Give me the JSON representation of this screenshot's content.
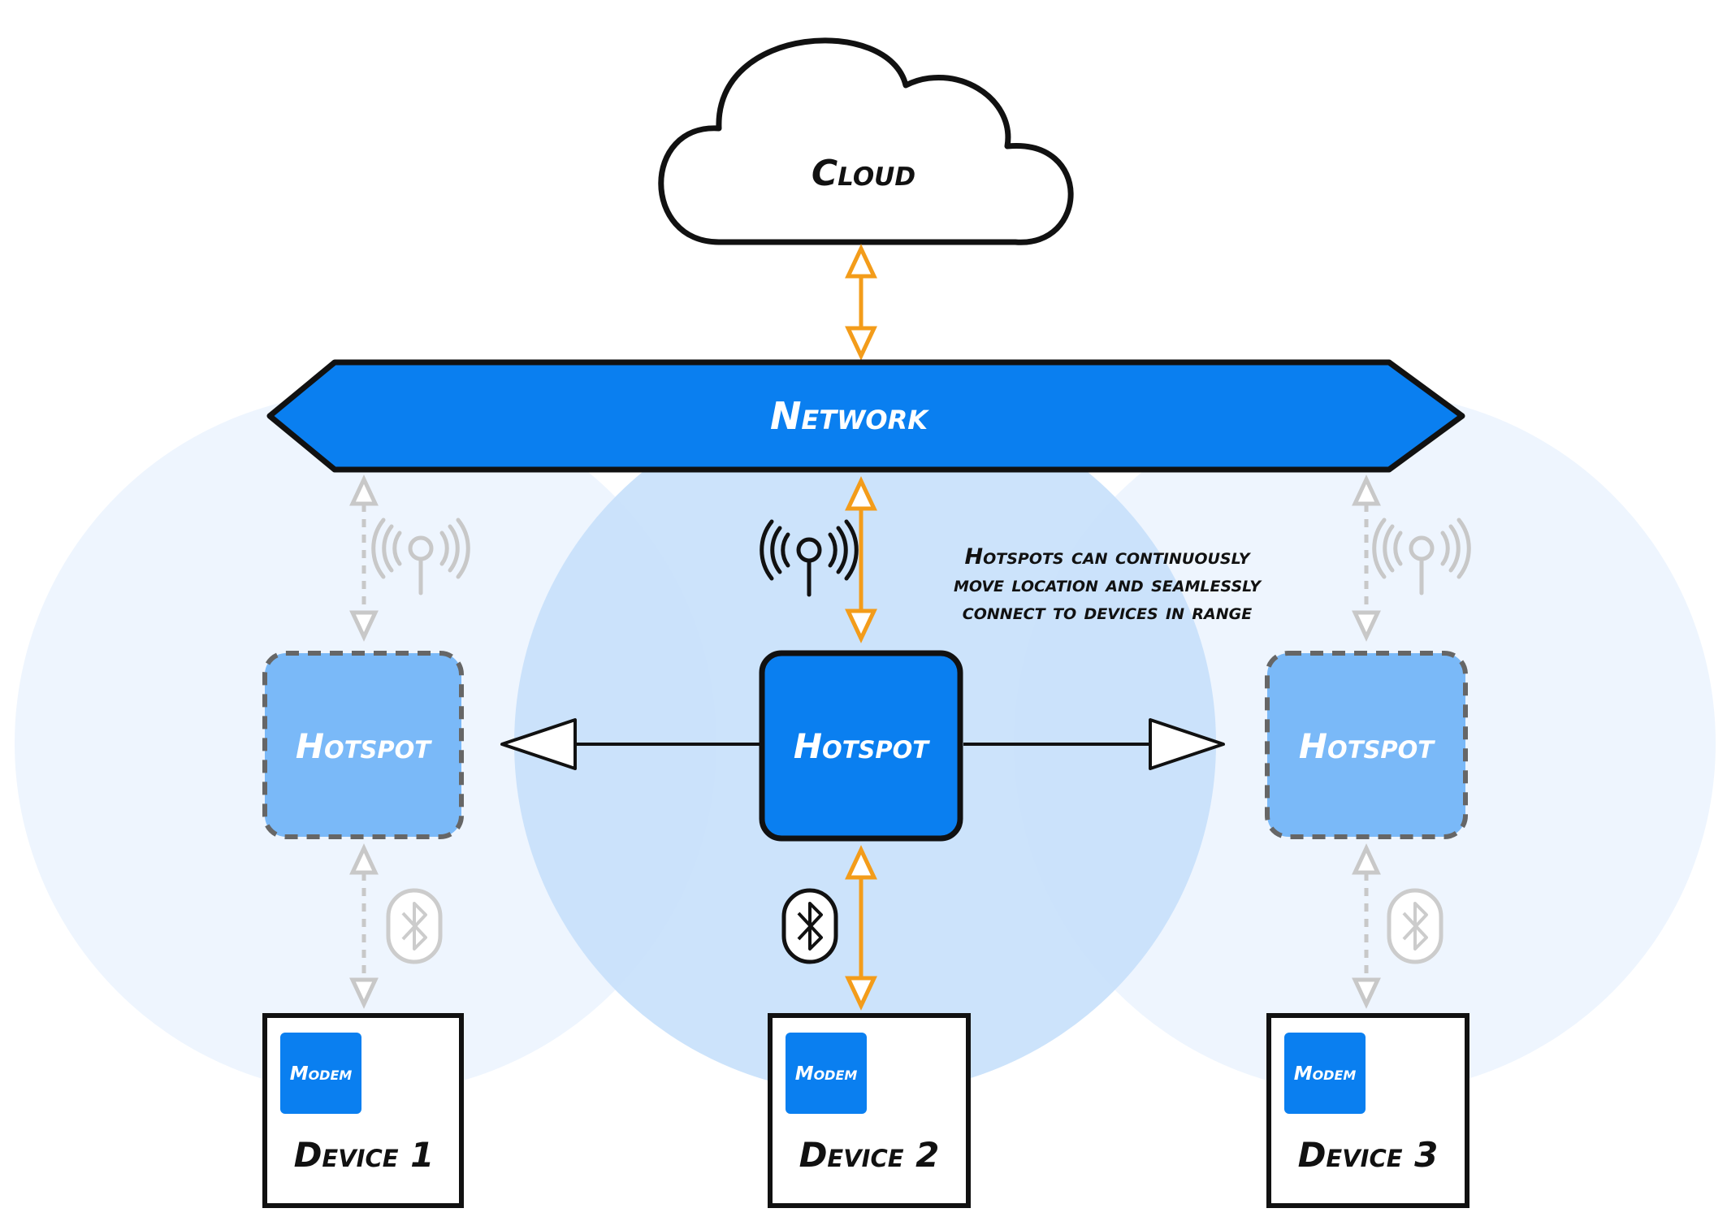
{
  "cloud": {
    "label": "Cloud"
  },
  "network": {
    "label": "Network"
  },
  "annotation": {
    "lines": [
      "Hotspots can continuously",
      "move location and seamlessly",
      "connect to devices in range"
    ]
  },
  "hotspots": [
    {
      "label": "Hotspot",
      "state": "inactive"
    },
    {
      "label": "Hotspot",
      "state": "active"
    },
    {
      "label": "Hotspot",
      "state": "inactive"
    }
  ],
  "devices": [
    {
      "label": "Device 1",
      "modem_label": "Modem"
    },
    {
      "label": "Device 2",
      "modem_label": "Modem"
    },
    {
      "label": "Device 3",
      "modem_label": "Modem"
    }
  ],
  "icons": {
    "wireless_uplink": "antenna-signal-icon",
    "device_link": "bluetooth-icon"
  },
  "colors": {
    "primary_blue": "#0a7ff0",
    "light_blue": "#7ab9f8",
    "range_circle_active": "#c6e0fb",
    "range_circle_inactive": "#eef5fe",
    "link_orange": "#f39c1a",
    "link_inactive_gray": "#c8c8c8",
    "outline": "#111111"
  }
}
